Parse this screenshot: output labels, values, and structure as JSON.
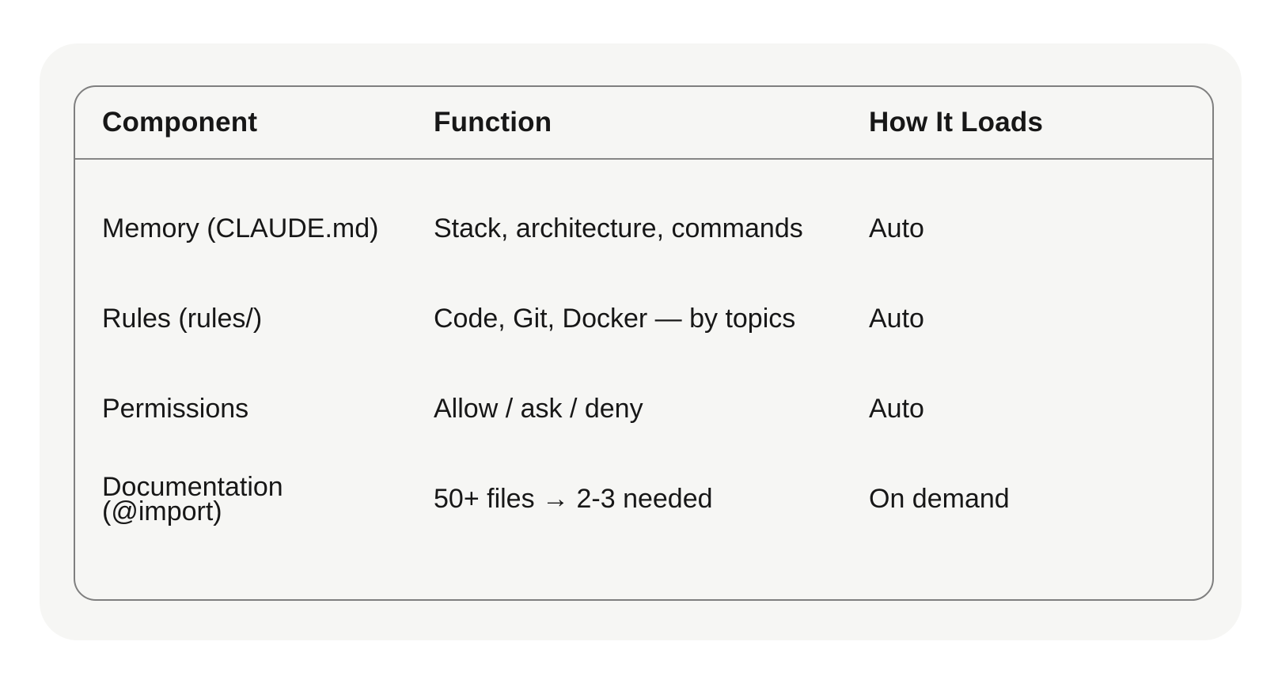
{
  "table": {
    "columns": [
      "Component",
      "Function",
      "How It Loads"
    ],
    "rows": [
      {
        "component": "Memory (CLAUDE.md)",
        "function": "Stack, architecture, commands",
        "how_it_loads": "Auto"
      },
      {
        "component": "Rules (rules/)",
        "function": "Code, Git, Docker — by topics",
        "how_it_loads": "Auto"
      },
      {
        "component": "Permissions",
        "function": "Allow / ask / deny",
        "how_it_loads": "Auto"
      },
      {
        "component": "Documentation\n(@import)",
        "function": "50+ files → 2-3 needed",
        "how_it_loads": "On demand"
      }
    ]
  },
  "colors": {
    "page_bg": "#ffffff",
    "panel_bg": "#f6f6f4",
    "table_border": "#7f7f7f",
    "header_divider": "#878787",
    "text": "#171717"
  }
}
